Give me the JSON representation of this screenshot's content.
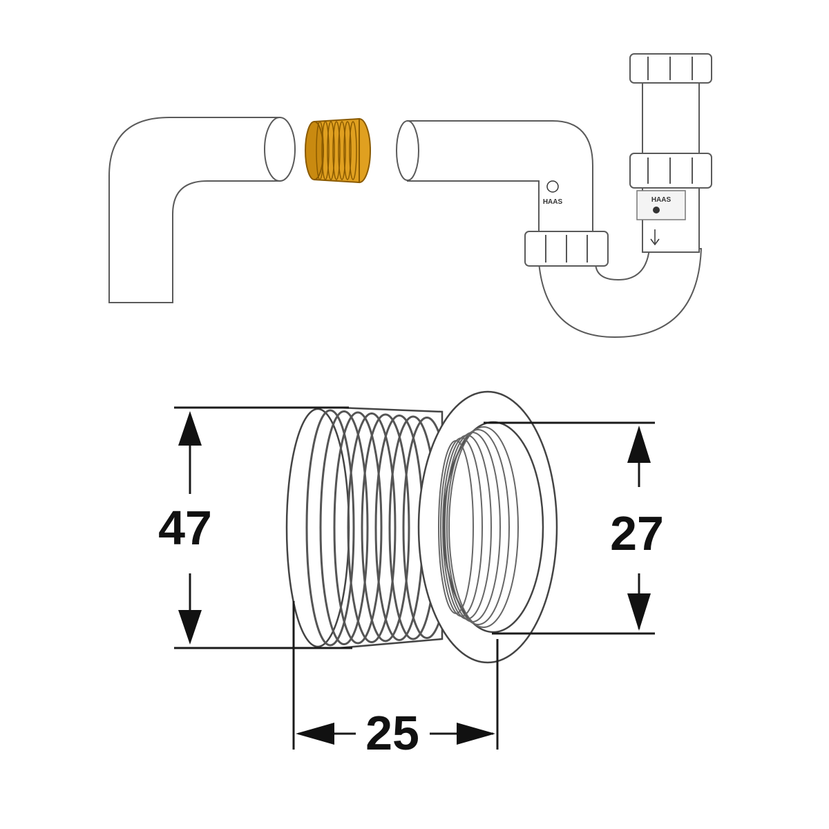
{
  "dimensions": {
    "outer_diameter": "47",
    "inner_diameter": "27",
    "length": "25"
  },
  "colors": {
    "reducer_fill": "#e0a020",
    "reducer_stroke": "#8a5a00",
    "line": "#555555",
    "dimension": "#1a1a1a"
  },
  "trap_labels": {
    "logo_text_1": "HAAS",
    "logo_text_2": "HAAS"
  }
}
